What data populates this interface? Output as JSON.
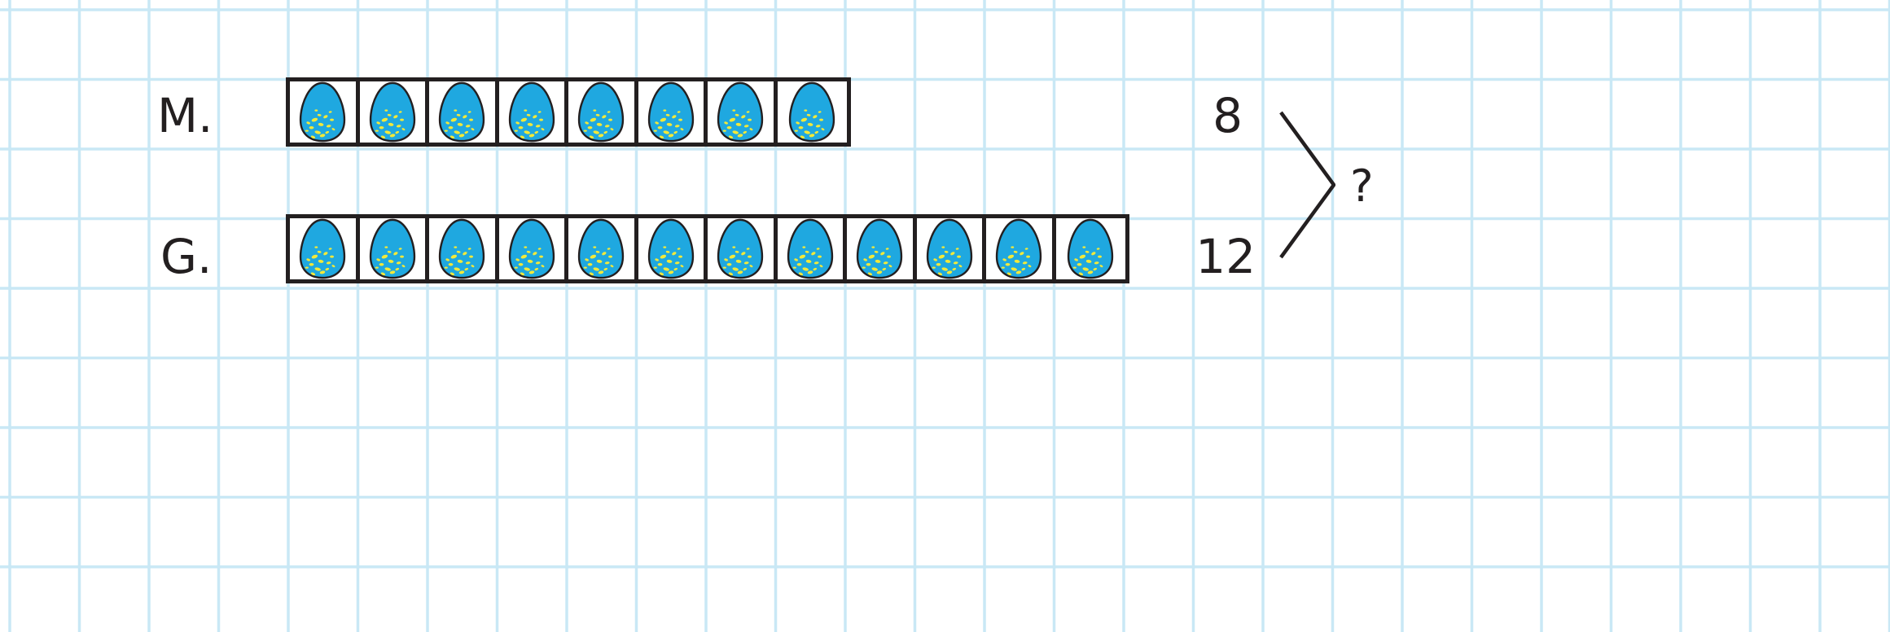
{
  "rows": [
    {
      "label": "M.",
      "count_label": "8",
      "egg_count": 8
    },
    {
      "label": "G.",
      "count_label": "12",
      "egg_count": 12
    }
  ],
  "total_label": "?",
  "icon": "egg-icon",
  "colors": {
    "grid_line": "#c9e8f5",
    "egg_fill": "#1fa8e0",
    "egg_spots": "#f2e93a",
    "outline": "#231f20"
  }
}
